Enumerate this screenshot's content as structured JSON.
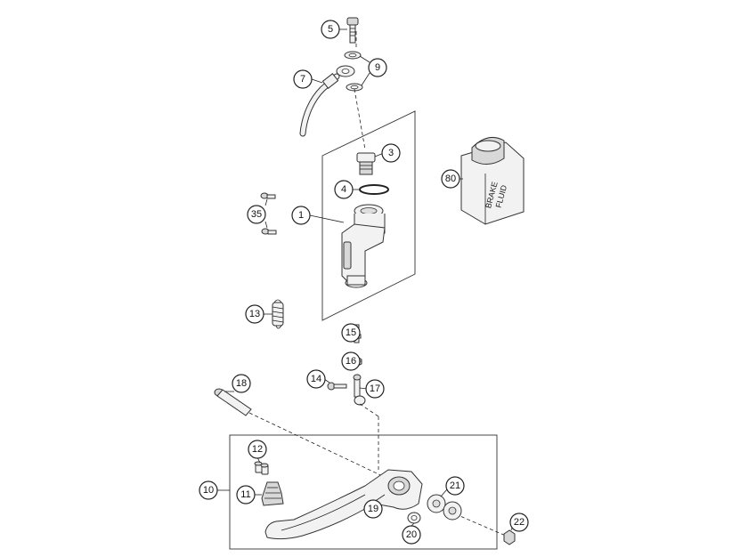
{
  "callouts": [
    {
      "id": "c1",
      "label": "1"
    },
    {
      "id": "c3",
      "label": "3"
    },
    {
      "id": "c4",
      "label": "4"
    },
    {
      "id": "c5",
      "label": "5"
    },
    {
      "id": "c7",
      "label": "7"
    },
    {
      "id": "c9",
      "label": "9"
    },
    {
      "id": "c10",
      "label": "10"
    },
    {
      "id": "c11",
      "label": "11"
    },
    {
      "id": "c12",
      "label": "12"
    },
    {
      "id": "c13",
      "label": "13"
    },
    {
      "id": "c14",
      "label": "14"
    },
    {
      "id": "c15",
      "label": "15"
    },
    {
      "id": "c16",
      "label": "16"
    },
    {
      "id": "c17",
      "label": "17"
    },
    {
      "id": "c18",
      "label": "18"
    },
    {
      "id": "c19",
      "label": "19"
    },
    {
      "id": "c20",
      "label": "20"
    },
    {
      "id": "c21",
      "label": "21"
    },
    {
      "id": "c22",
      "label": "22"
    },
    {
      "id": "c35",
      "label": "35"
    },
    {
      "id": "c80",
      "label": "80"
    }
  ],
  "fluid_can": {
    "line1": "BRAKE",
    "line2": "FLUID"
  }
}
